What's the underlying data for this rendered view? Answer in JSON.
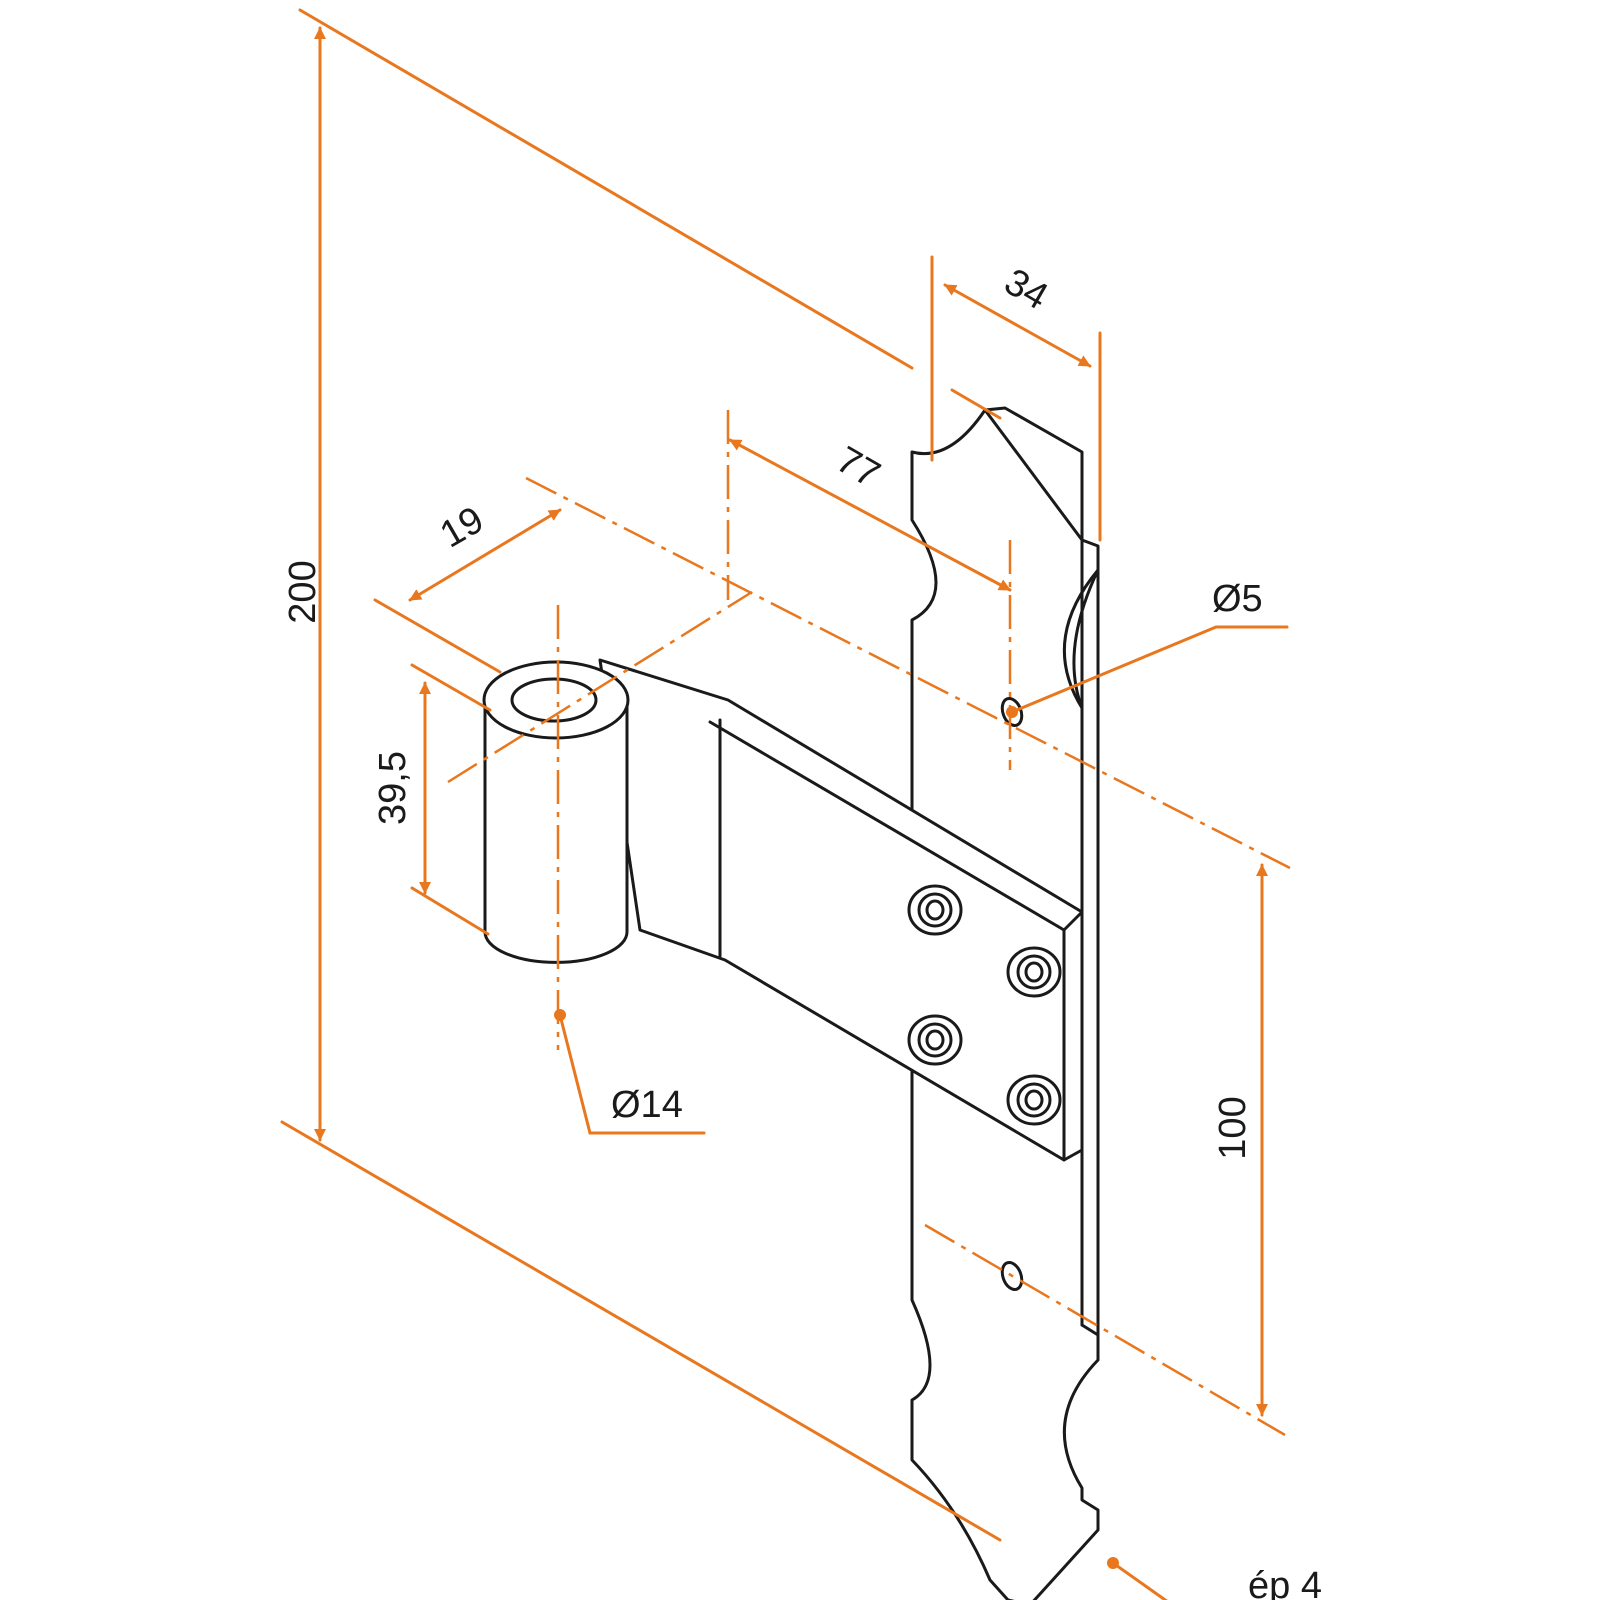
{
  "colors": {
    "dimension": "#e8771e",
    "outline": "#1a1a1a",
    "background": "#ffffff"
  },
  "dimensions": {
    "total_height": "200",
    "plate_width": "34",
    "arm_length": "77",
    "knuckle_offset": "19",
    "knuckle_height": "39,5",
    "pin_diameter": "Ø14",
    "hole_diameter": "Ø5",
    "hole_spacing": "100",
    "thickness": "ép 4"
  }
}
